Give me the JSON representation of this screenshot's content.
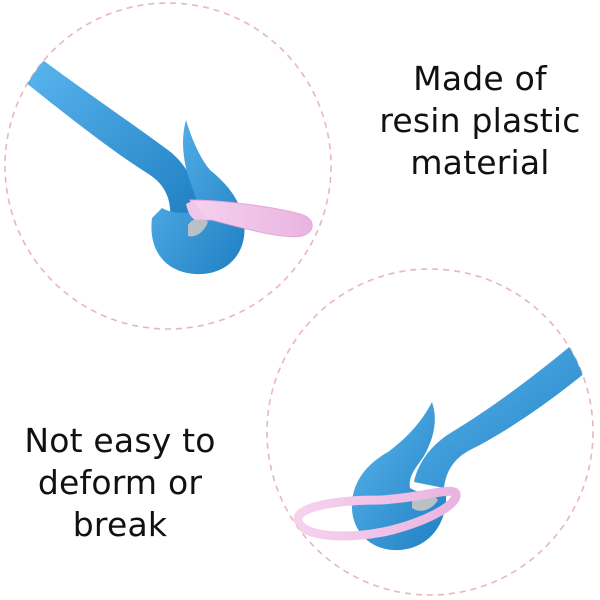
{
  "captions": {
    "top": {
      "line1": "Made of",
      "line2": "resin plastic",
      "line3": "material"
    },
    "bottom": {
      "line1": "Not easy to",
      "line2": "deform or",
      "line3": "break"
    }
  },
  "colors": {
    "background": "#ffffff",
    "circle_dash": "#e6b8b8",
    "tool_blue": "#3a9ee0",
    "tool_blue_dark": "#1f7fc2",
    "band_pink": "#f2c6ea",
    "blade_gray": "#b9c0c6"
  },
  "icons": {
    "tool_top": "band-remover-tool-icon",
    "tool_bottom": "band-remover-tool-icon",
    "band": "elastic-band-icon"
  }
}
